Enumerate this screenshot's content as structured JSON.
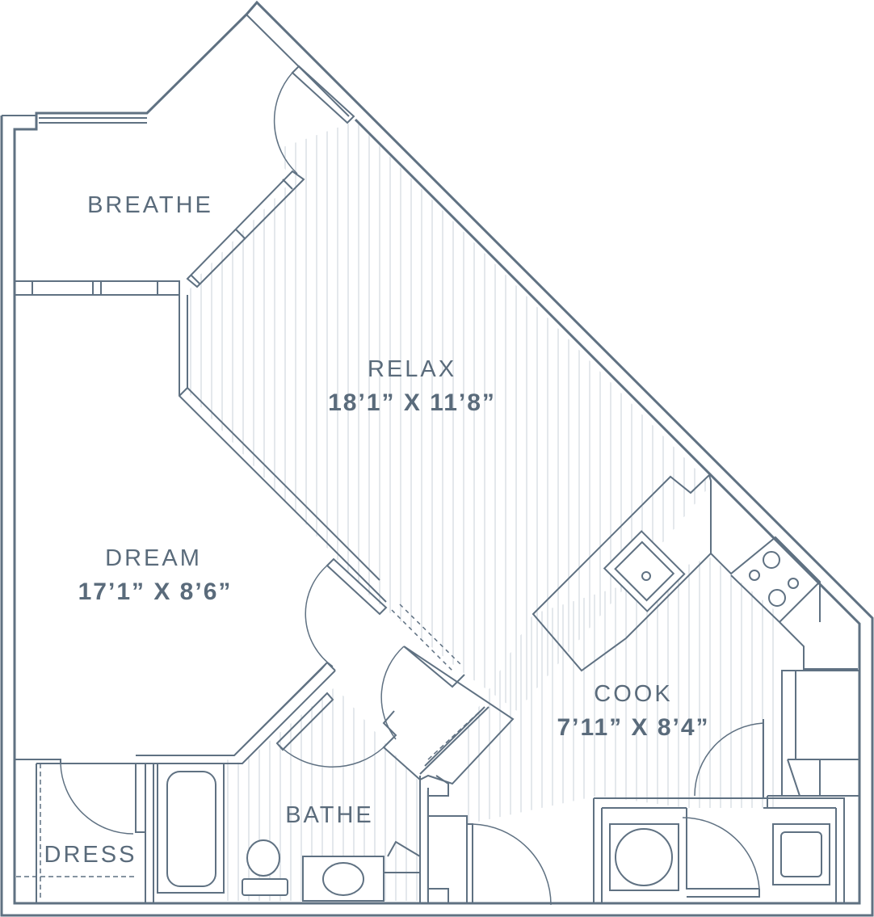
{
  "colors": {
    "line": "#5f7182",
    "text": "#5a6b7b",
    "floor": "#c9d2da",
    "background": "#ffffff"
  },
  "rooms": {
    "breathe": {
      "name": "BREATHE"
    },
    "relax": {
      "name": "RELAX",
      "dims": "18’1” X 11’8”"
    },
    "dream": {
      "name": "DREAM",
      "dims": "17’1” X 8’6”"
    },
    "cook": {
      "name": "COOK",
      "dims": "7’11” X 8’4”"
    },
    "bathe": {
      "name": "BATHE"
    },
    "dress": {
      "name": "DRESS"
    }
  }
}
